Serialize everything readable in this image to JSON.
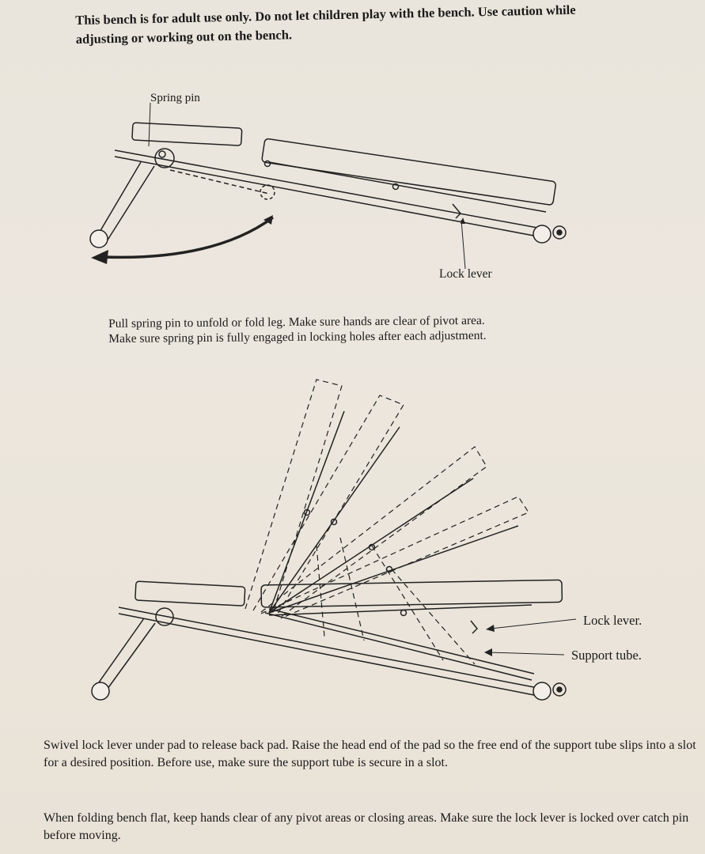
{
  "warning": "This bench is for adult use only.  Do not let children play with the bench.  Use caution while adjusting or working out on the bench.",
  "diagram1": {
    "label_spring_pin": "Spring pin",
    "label_lock_lever": "Lock lever",
    "caption_line1": "Pull spring pin to unfold or fold leg.  Make sure hands are clear of pivot area.",
    "caption_line2": "Make sure spring pin is fully engaged in locking holes after each adjustment."
  },
  "diagram2": {
    "label_lock_lever": "Lock lever.",
    "label_support_tube": "Support tube."
  },
  "paragraph1": "Swivel lock lever under pad to release back pad.  Raise the head end of the pad so the free end of the support tube slips into a slot for a desired position.  Before use, make sure the support tube is secure in a slot.",
  "paragraph2": "When folding bench flat, keep hands clear of any pivot areas or closing areas.  Make sure the lock lever is locked over catch pin before moving."
}
